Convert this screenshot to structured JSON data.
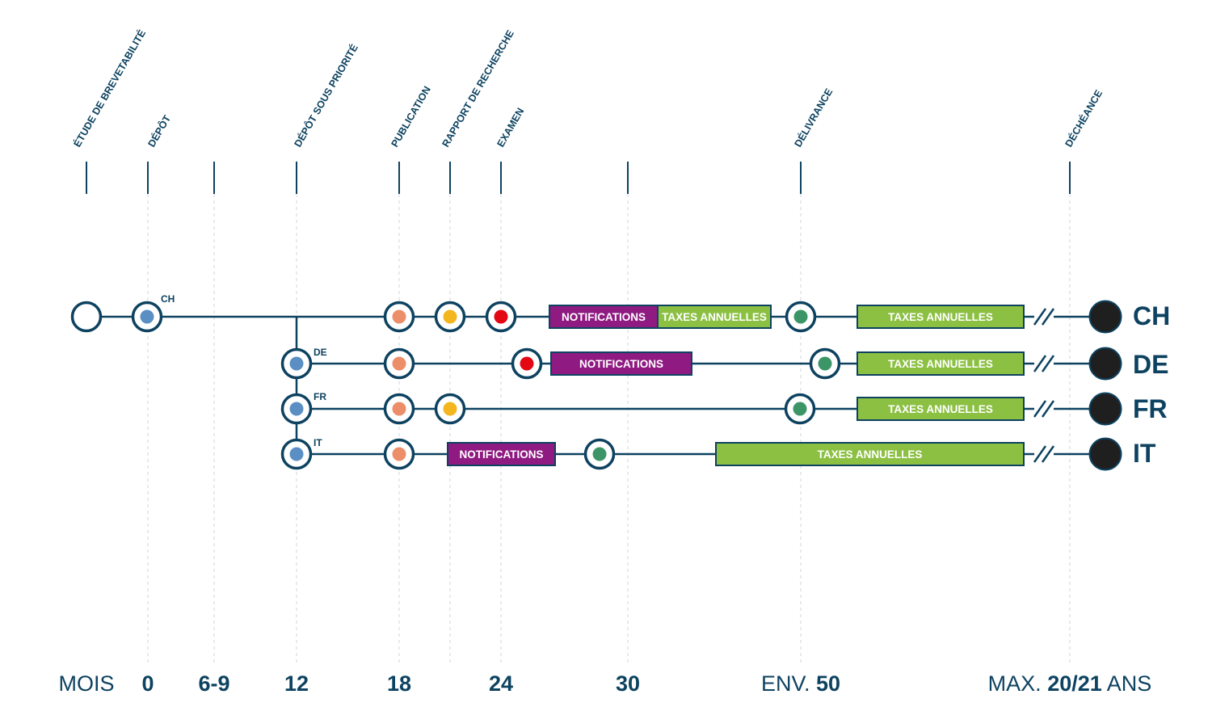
{
  "colors": {
    "navy": "#0d4260",
    "dot_blue": "#5b8fc4",
    "dot_orange": "#ec8e6a",
    "dot_yellow": "#f3b61e",
    "dot_red": "#e30713",
    "dot_green": "#3c9567",
    "end_black": "#1f1f1f",
    "notifications_purple": "#8f1a82",
    "taxes_green": "#8cc043",
    "grid_dash": "#cfd6dc"
  },
  "milestones": [
    {
      "id": "etude",
      "label": "ÉTUDE DE BREVETABILITÉ"
    },
    {
      "id": "depot",
      "label": "DÉPÔT"
    },
    {
      "id": "depot-priorite",
      "label": "DÉPÔT SOUS PRIORITÉ"
    },
    {
      "id": "publication",
      "label": "PUBLICATION"
    },
    {
      "id": "rapport",
      "label": "RAPPORT DE RECHERCHE"
    },
    {
      "id": "examen",
      "label": "EXAMEN"
    },
    {
      "id": "delivrance",
      "label": "DÉLIVRANCE"
    },
    {
      "id": "decheance",
      "label": "DÉCHÉANCE"
    }
  ],
  "axis": {
    "unit_label": "MOIS",
    "ticks": [
      "0",
      "6-9",
      "12",
      "18",
      "24",
      "30"
    ],
    "env_prefix": "ENV.",
    "env_value": "50",
    "max_prefix": "MAX.",
    "max_value": "20/21",
    "max_suffix": "ANS"
  },
  "countries": [
    {
      "code": "CH",
      "small_label": "CH"
    },
    {
      "code": "DE",
      "small_label": "DE"
    },
    {
      "code": "FR",
      "small_label": "FR"
    },
    {
      "code": "IT",
      "small_label": "IT"
    }
  ],
  "bars": {
    "notifications": "NOTIFICATIONS",
    "taxes": "TAXES ANNUELLES"
  }
}
